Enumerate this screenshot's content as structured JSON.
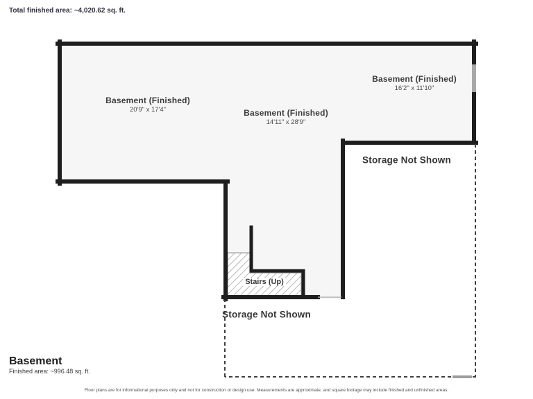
{
  "page": {
    "header": {
      "total_area": "Total finished area: ~4,020.62 sq. ft."
    },
    "footer": {
      "floor_name": "Basement",
      "finished_area": "Finished area: ~996.48 sq. ft.",
      "disclaimer": "Floor plans are for informational purposes only and not for construction or design use. Measurements are approximate, and square footage may include finished and unfinished areas."
    }
  },
  "floorplan": {
    "rooms": [
      {
        "label": "Basement (Finished)",
        "dimensions": "20'9\" x 17'4\""
      },
      {
        "label": "Basement (Finished)",
        "dimensions": "14'11\" x 28'9\""
      },
      {
        "label": "Basement (Finished)",
        "dimensions": "16'2\" x 11'10\""
      }
    ],
    "areas": [
      {
        "label": "Storage Not Shown"
      },
      {
        "label": "Stairs (Up)"
      },
      {
        "label": "Storage Not Shown"
      }
    ],
    "colors": {
      "wall": "#1e1e1e",
      "floor_fill": "#f6f6f6",
      "dashed_boundary": "#3f3f3f",
      "hatch": "#9b9b9b"
    }
  }
}
